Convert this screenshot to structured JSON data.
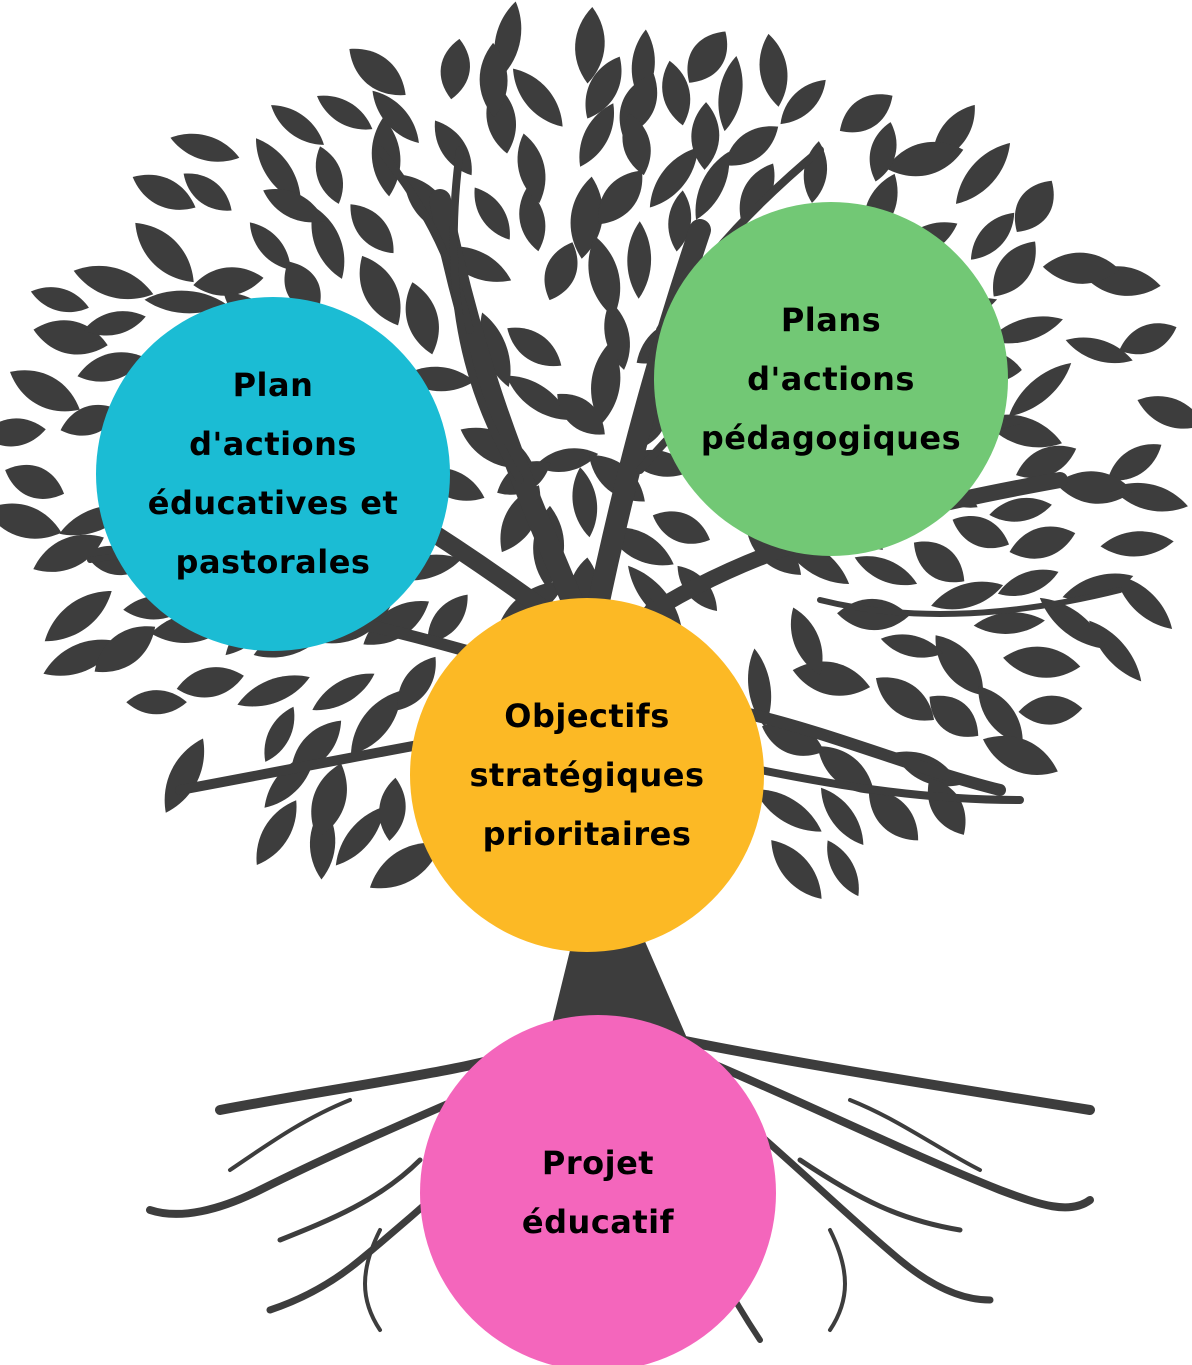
{
  "colors": {
    "tree": "#3d3d3d",
    "background": "#ffffff"
  },
  "nodes": {
    "plan_educatif": {
      "label": "Plan\nd'actions\néducatives et\npastorales",
      "color": "#1bbcd4"
    },
    "plans_pedagogiques": {
      "label": "Plans\nd'actions\npédagogiques",
      "color": "#72c875"
    },
    "objectifs": {
      "label": "Objectifs\nstratégiques\nprioritaires",
      "color": "#fcb925"
    },
    "projet": {
      "label": "Projet\néducatif",
      "color": "#f466bc"
    }
  }
}
